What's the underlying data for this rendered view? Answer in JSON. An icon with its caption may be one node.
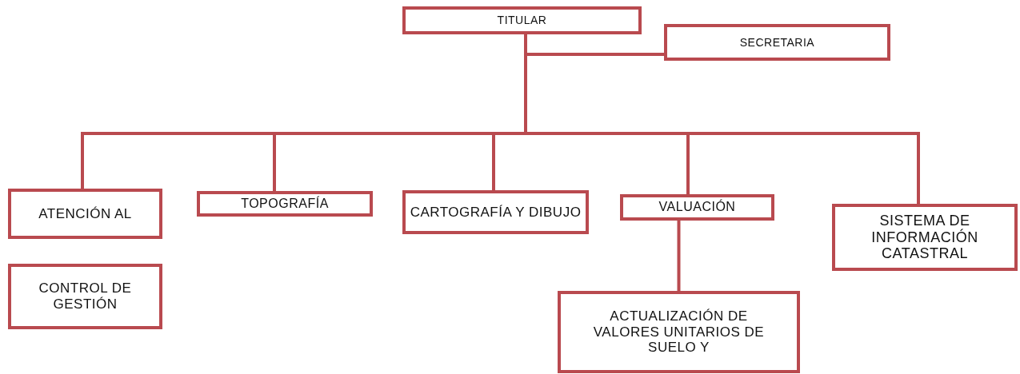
{
  "diagram": {
    "nodes": [
      {
        "text": [
          "TITULAR"
        ]
      },
      {
        "text": [
          "SECRETARIA"
        ]
      },
      {
        "text": [
          "ATENCIÓN AL"
        ]
      },
      {
        "text": [
          "CONTROL DE GESTIÓN"
        ]
      },
      {
        "text": [
          "TOPOGRAFÍA"
        ]
      },
      {
        "text": [
          "CARTOGRAFÍA Y DIBUJO"
        ]
      },
      {
        "text": [
          "VALUACIÓN"
        ]
      },
      {
        "text": [
          "SISTEMA DE INFORMACIÓN CATASTRAL"
        ]
      },
      {
        "text": [
          "ACTUALIZACIÓN DE VALORES UNITARIOS DE SUELO Y"
        ]
      }
    ],
    "edges": [
      {
        "from": 0,
        "to": 1,
        "arrow": "none"
      },
      {
        "from": 0,
        "to": 2,
        "arrow": "none"
      },
      {
        "from": 0,
        "to": 4,
        "arrow": "none"
      },
      {
        "from": 0,
        "to": 5,
        "arrow": "none"
      },
      {
        "from": 0,
        "to": 6,
        "arrow": "none"
      },
      {
        "from": 0,
        "to": 7,
        "arrow": "none"
      },
      {
        "from": 6,
        "to": 8,
        "arrow": "none"
      }
    ]
  }
}
